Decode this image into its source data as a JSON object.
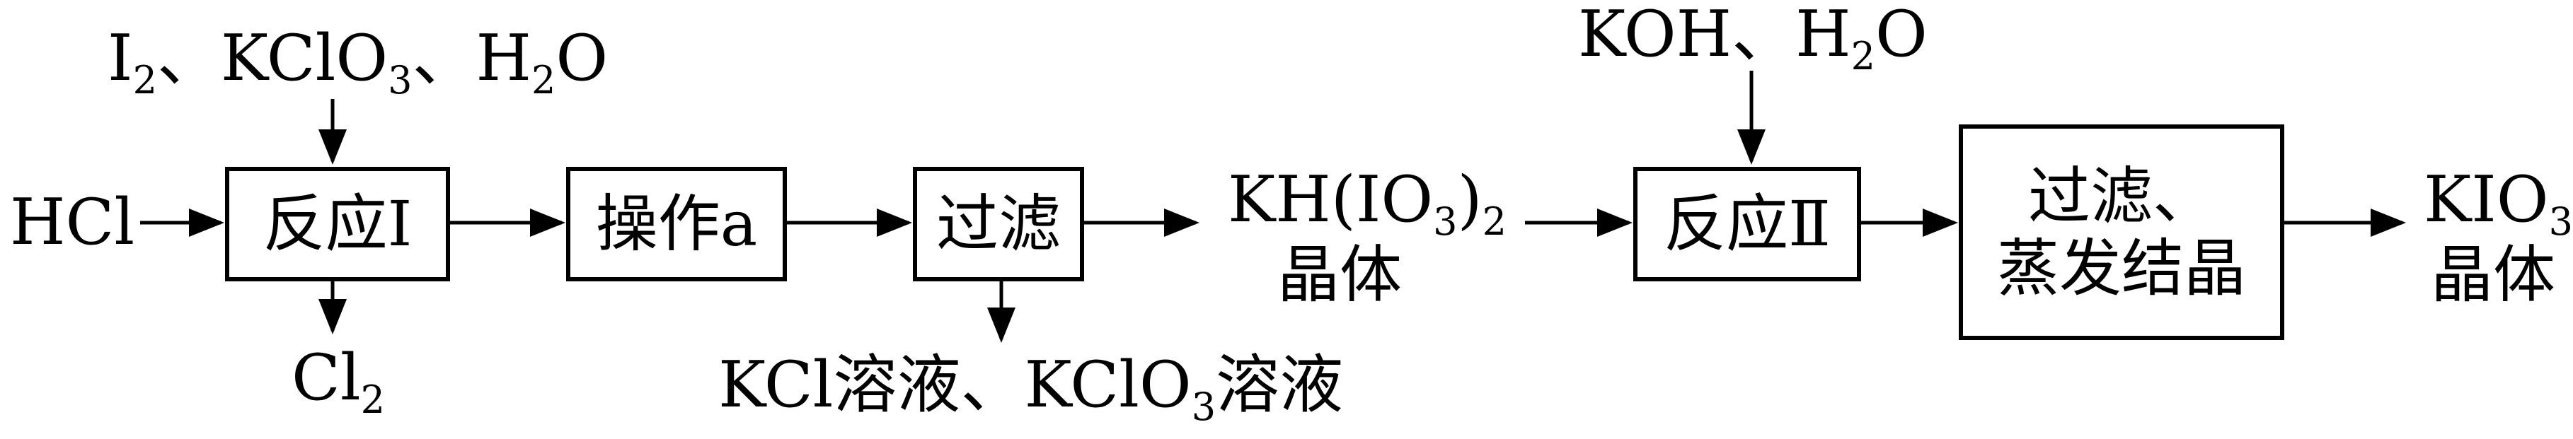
{
  "inputs": {
    "reaction1_reagents": {
      "pre": "I",
      "sub1": "2",
      "mid1": "、KClO",
      "sub2": "3",
      "mid2": "、H",
      "sub3": "2",
      "post": "O"
    },
    "hcl": "HCl",
    "reaction2_reagents": {
      "pre": "KOH、H",
      "sub1": "2",
      "post": "O"
    }
  },
  "boxes": {
    "reaction1": "反应Ⅰ",
    "operation_a": "操作a",
    "filter1": "过滤",
    "reaction2": "反应Ⅱ",
    "filter_evap_line1": "过滤、",
    "filter_evap_line2": "蒸发结晶"
  },
  "outputs": {
    "cl2": {
      "pre": "Cl",
      "sub": "2"
    },
    "filtrate": {
      "pre": "KCl溶液、KClO",
      "sub": "3",
      "post": "溶液"
    },
    "intermediate": {
      "pre": "KH(IO",
      "sub1": "3",
      "mid": ")",
      "sub2": "2",
      "line2": "晶体"
    },
    "product": {
      "pre": "KIO",
      "sub": "3",
      "line2": "晶体"
    }
  },
  "colors": {
    "stroke": "#000000",
    "background": "#ffffff"
  }
}
